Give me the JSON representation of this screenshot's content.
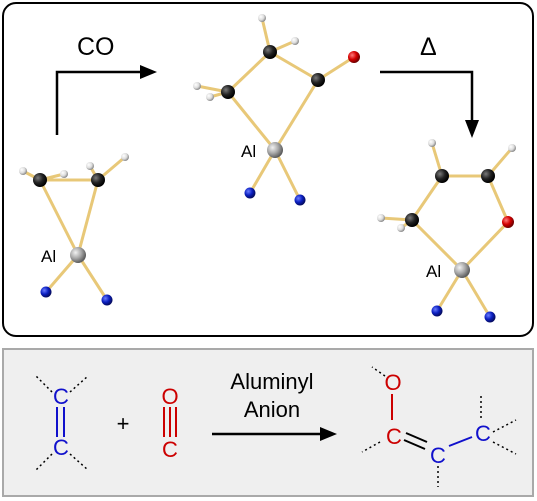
{
  "top_panel": {
    "step1_reagent": "CO",
    "step2_condition": "Δ",
    "al_label_1": "Al",
    "al_label_2": "Al",
    "al_label_3": "Al"
  },
  "bottom_panel": {
    "alkene_atom_top": "C",
    "alkene_atom_bottom": "C",
    "plus": "+",
    "co_oxygen": "O",
    "co_carbon": "C",
    "arrow_label_line1": "Aluminyl",
    "arrow_label_line2": "Anion",
    "product_oxygen": "O",
    "product_carbon_1": "C",
    "product_carbon_2": "C",
    "product_carbon_3": "C"
  },
  "colors": {
    "carbon": "#1f1f1f",
    "hydrogen": "#e2e2e2",
    "aluminium": "#a6a6a6",
    "nitrogen": "#0b1fc0",
    "oxygen": "#d40000",
    "bond": "#e8c878",
    "red_text": "#cc0000",
    "blue_text": "#1010cc",
    "panel_bg": "#efefef"
  }
}
